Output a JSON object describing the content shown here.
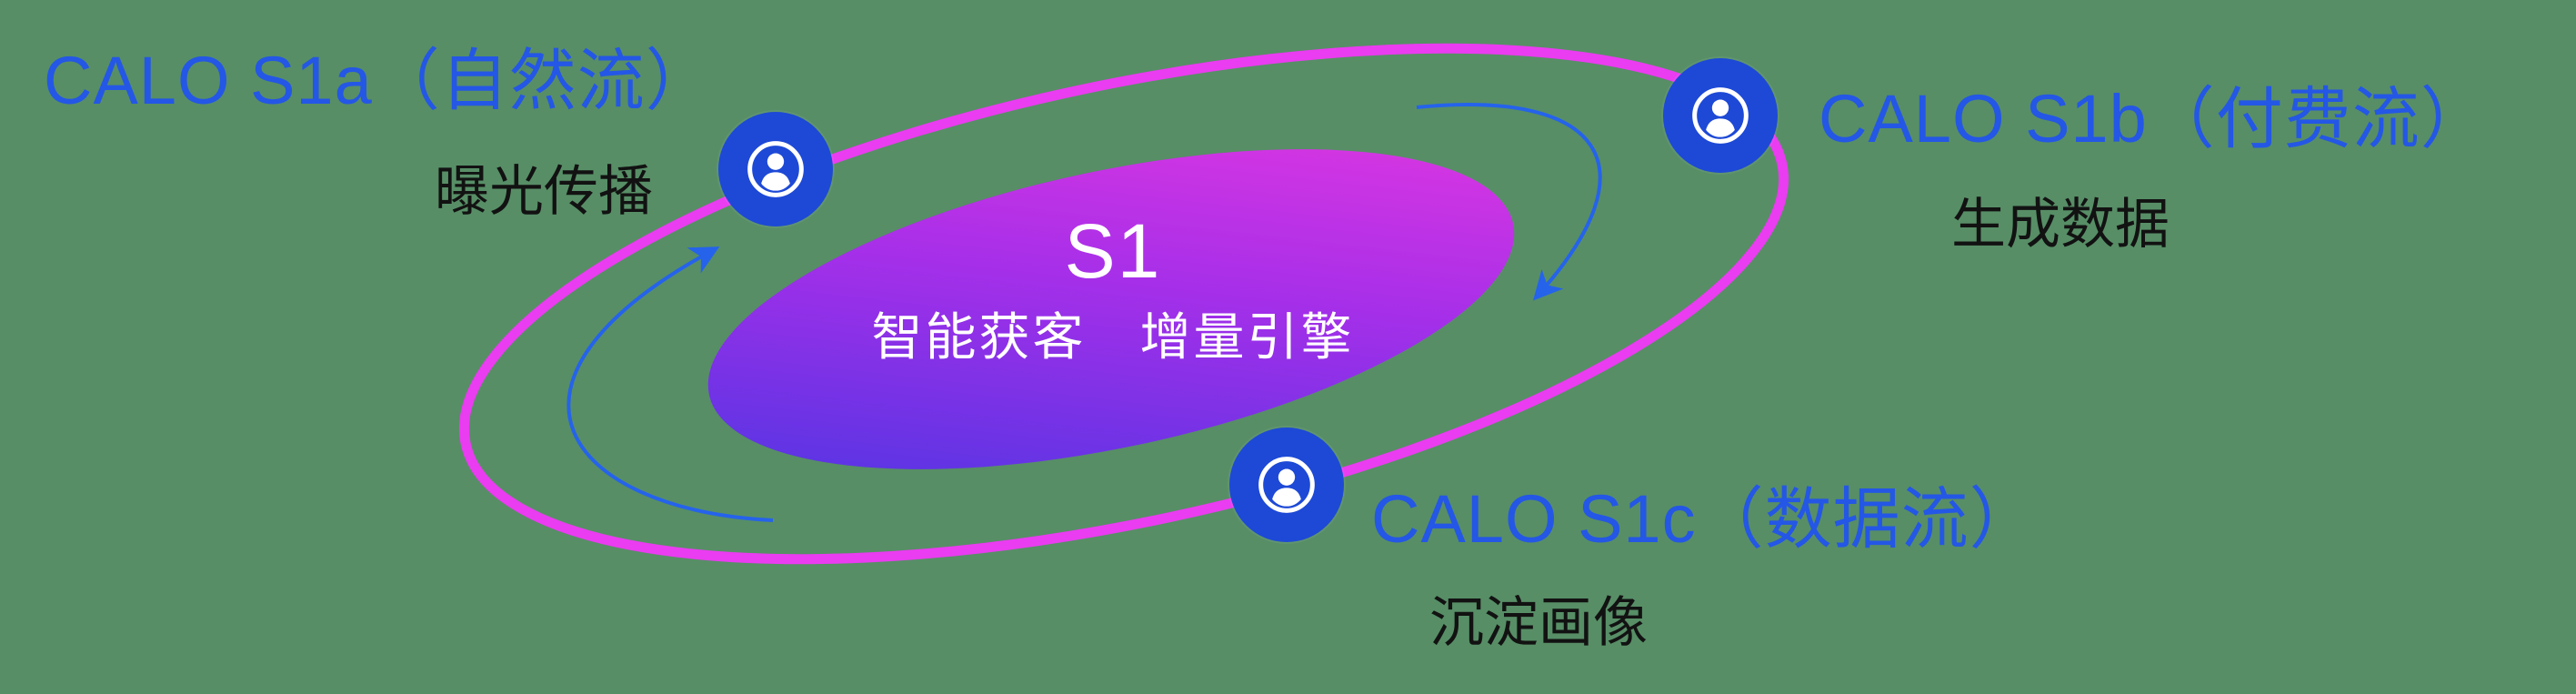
{
  "diagram": {
    "core": {
      "title": "S1",
      "subtitle": "智能获客　增量引擎",
      "gradient_start": "#4636e2",
      "gradient_mid": "#a52fe9",
      "gradient_end": "#e838df"
    },
    "orbit_color": "#ea3cf0",
    "nodes": [
      {
        "id": "s1a",
        "title": "CALO S1a（自然流）",
        "subtitle": "曝光传播"
      },
      {
        "id": "s1b",
        "title": "CALO S1b（付费流）",
        "subtitle": "生成数据"
      },
      {
        "id": "s1c",
        "title": "CALO S1c（数据流）",
        "subtitle": "沉淀画像"
      }
    ],
    "colors": {
      "background": "#578e66",
      "label_blue": "#2457e5",
      "label_dark": "#121212",
      "node_blue": "#1d49d6",
      "arrow_blue": "#2563eb",
      "icon_white": "#ffffff"
    }
  }
}
